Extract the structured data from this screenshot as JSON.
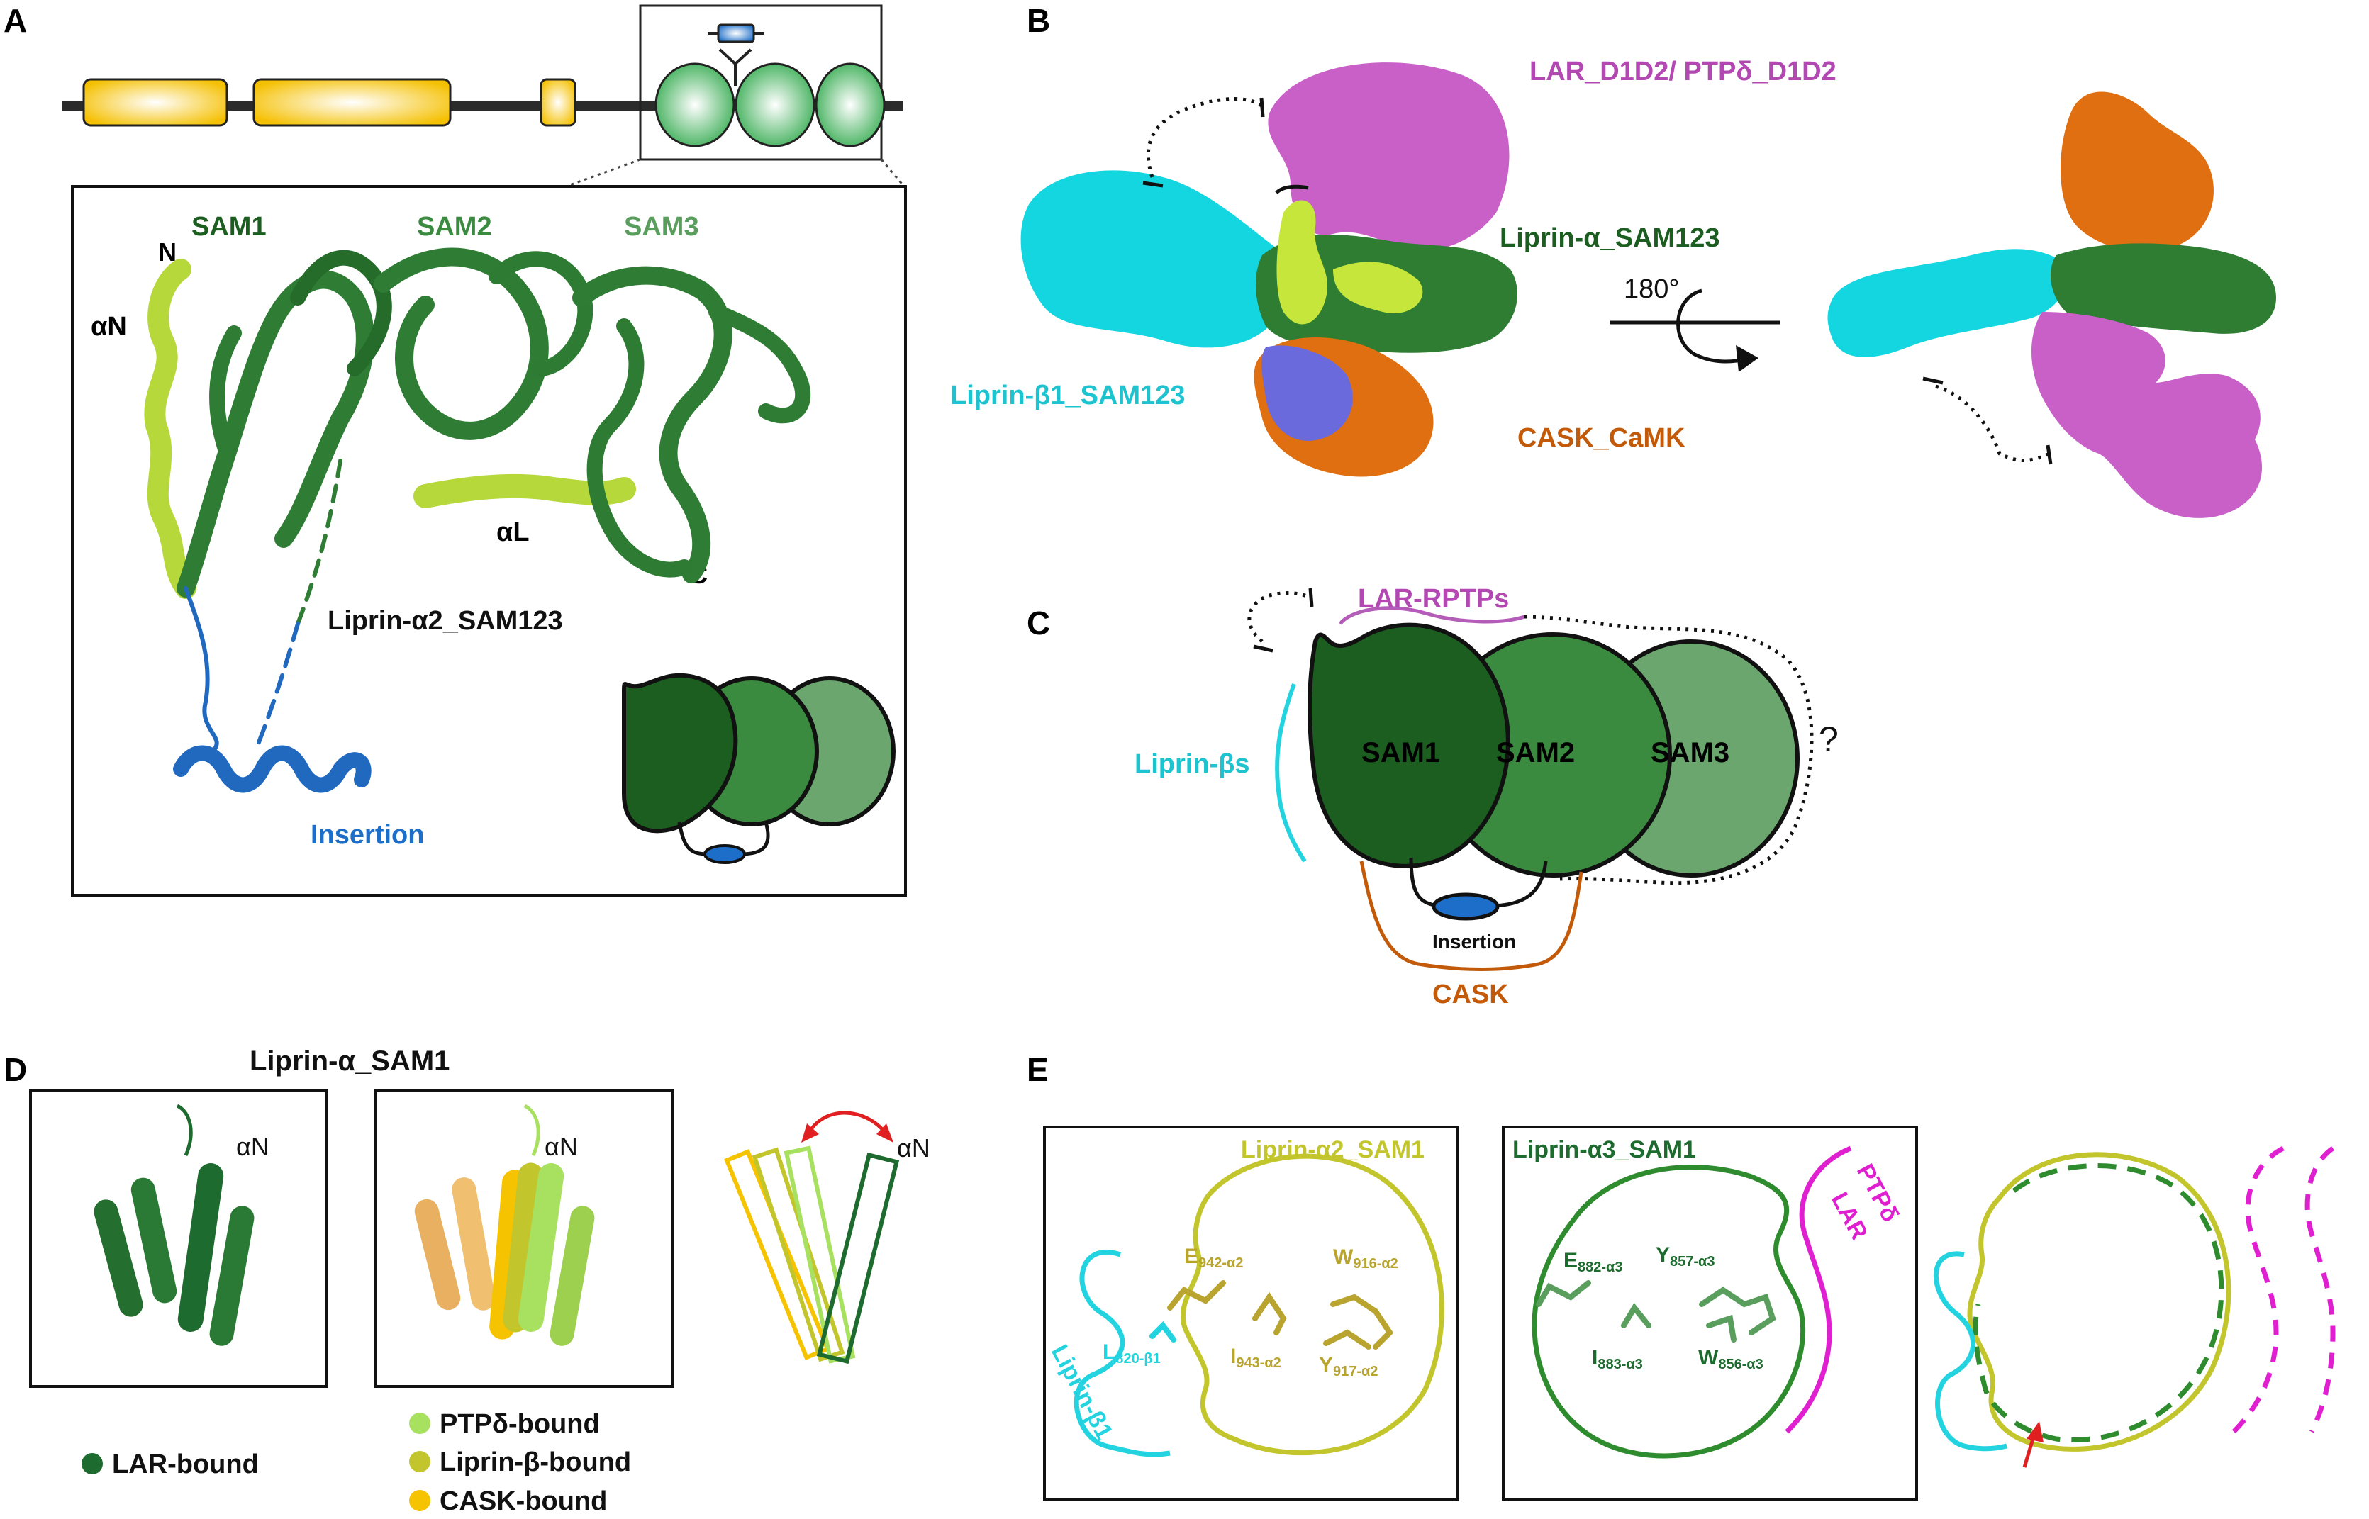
{
  "panels": {
    "A": {
      "letter": "A",
      "sam_labels": [
        "SAM1",
        "SAM2",
        "SAM3"
      ],
      "n_term": "N",
      "c_term": "C",
      "alpha_n": "αN",
      "alpha_l": "αL",
      "protein": "Liprin-α2_SAM123",
      "insertion": "Insertion"
    },
    "B": {
      "letter": "B",
      "lar": "LAR_D1D2/ PTPδ_D1D2",
      "liprin_alpha": "Liprin-α_SAM123",
      "liprin_beta": "Liprin-β1_SAM123",
      "cask": "CASK_CaMK",
      "rotation": "180°"
    },
    "C": {
      "letter": "C",
      "lar_rptps": "LAR-RPTPs",
      "liprin_betas": "Liprin-βs",
      "sam1": "SAM1",
      "sam2": "SAM2",
      "sam3": "SAM3",
      "question": "?",
      "insertion": "Insertion",
      "cask": "CASK"
    },
    "D": {
      "letter": "D",
      "title": "Liprin-α_SAM1",
      "alpha_n": "αN",
      "legend": [
        {
          "label": "LAR-bound",
          "color": "#1e6b2f"
        },
        {
          "label": "PTPδ-bound",
          "color": "#a8e060"
        },
        {
          "label": "Liprin-β-bound",
          "color": "#c3c52d"
        },
        {
          "label": "CASK-bound",
          "color": "#f5c300"
        }
      ]
    },
    "E": {
      "letter": "E",
      "box1_title": "Liprin-α2_SAM1",
      "box1_residues": {
        "e": "E",
        "e_sub": "942-α2",
        "w": "W",
        "w_sub": "916-α2",
        "i": "I",
        "i_sub": "943-α2",
        "y": "Y",
        "y_sub": "917-α2",
        "l": "L",
        "l_sub": "820-β1"
      },
      "box1_partner": "Liprin-β1",
      "box2_title": "Liprin-α3_SAM1",
      "box2_residues": {
        "e": "E",
        "e_sub": "882-α3",
        "y": "Y",
        "y_sub": "857-α3",
        "i": "I",
        "i_sub": "883-α3",
        "w": "W",
        "w_sub": "856-α3"
      },
      "box2_partner": "PTPδ",
      "box2_partner2": "LAR"
    }
  },
  "colors": {
    "dark_green": "#1b5e20",
    "mid_green": "#3a8a3f",
    "light_green": "#a8e060",
    "olive": "#c3c52d",
    "cyan": "#23d4e0",
    "magenta": "#e020d0",
    "violet": "#c860c8",
    "orange": "#d5640a",
    "blue": "#1d6ec8",
    "yellow": "#f5c300"
  }
}
